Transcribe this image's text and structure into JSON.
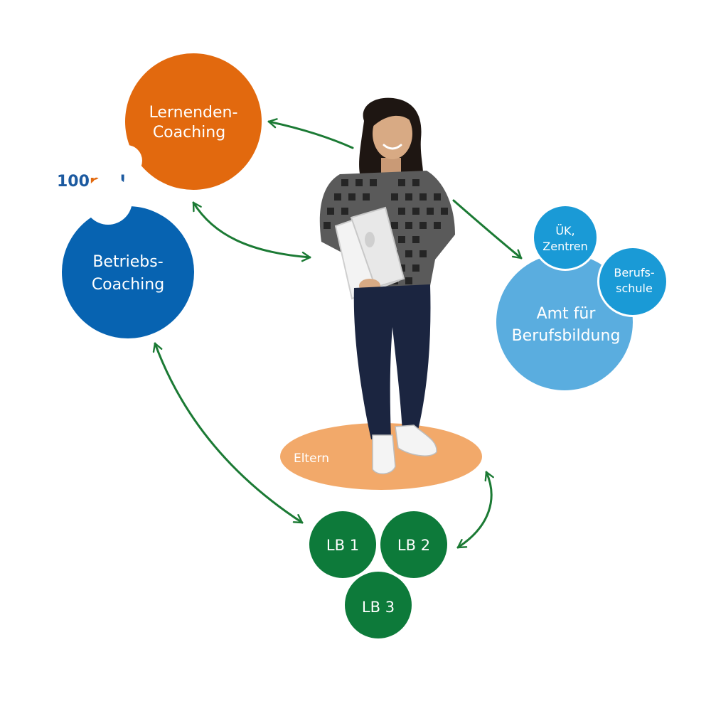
{
  "logo": {
    "num": "100",
    "word": "pro",
    "mark": "!"
  },
  "colors": {
    "orange": "#e2690e",
    "blue": "#0763b1",
    "lightblue": "#5aaddf",
    "midblue": "#1a9ad6",
    "green": "#0d7a3a",
    "arrow": "#1b7a34",
    "parents": "#f2a96a",
    "logo_blue": "#1c5aa0",
    "logo_orange": "#e2690e"
  },
  "nodes": {
    "lernenden": {
      "line1": "Lernenden-",
      "line2": "Coaching"
    },
    "betriebs": {
      "line1": "Betriebs-",
      "line2": "Coaching"
    },
    "amt": {
      "line1": "Amt für",
      "line2": "Berufsbildung"
    },
    "uek": {
      "line1": "ÜK,",
      "line2": "Zentren"
    },
    "berufsschule": {
      "line1": "Berufs-",
      "line2": "schule"
    },
    "eltern": "Eltern",
    "lb1": "LB 1",
    "lb2": "LB 2",
    "lb3": "LB 3"
  }
}
